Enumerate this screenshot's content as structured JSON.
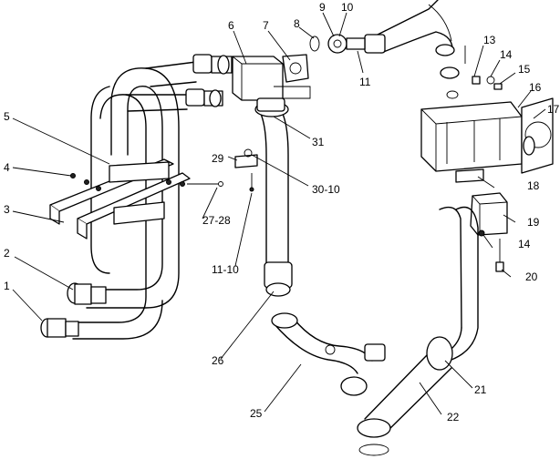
{
  "callouts": [
    "1",
    "2",
    "3",
    "4",
    "5",
    "6",
    "7",
    "8",
    "9",
    "10",
    "11",
    "13",
    "14",
    "15",
    "16",
    "17",
    "18",
    "19",
    "14",
    "20",
    "21",
    "22",
    "25",
    "26",
    "27-28",
    "29",
    "30-10",
    "31",
    "11-10"
  ]
}
